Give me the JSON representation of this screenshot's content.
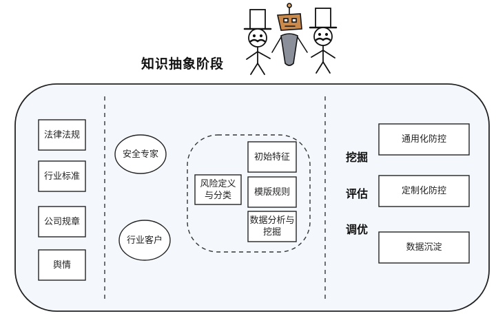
{
  "title": "知识抽象阶段",
  "sources": [
    "法律法规",
    "行业标准",
    "公司规章",
    "舆情"
  ],
  "experts": [
    "安全专家",
    "行业客户"
  ],
  "risk_definition": "风险定义与分类",
  "risk_definition_lines": [
    "风险定义",
    "与分类"
  ],
  "process_steps": [
    {
      "lines": [
        "初始特征"
      ]
    },
    {
      "lines": [
        "模版规则"
      ]
    },
    {
      "lines": [
        "数据分析与",
        "挖掘"
      ]
    }
  ],
  "mid_labels": [
    "挖掘",
    "评估",
    "调优"
  ],
  "outputs": [
    "通用化防控",
    "定制化防控",
    "数据沉淀"
  ]
}
